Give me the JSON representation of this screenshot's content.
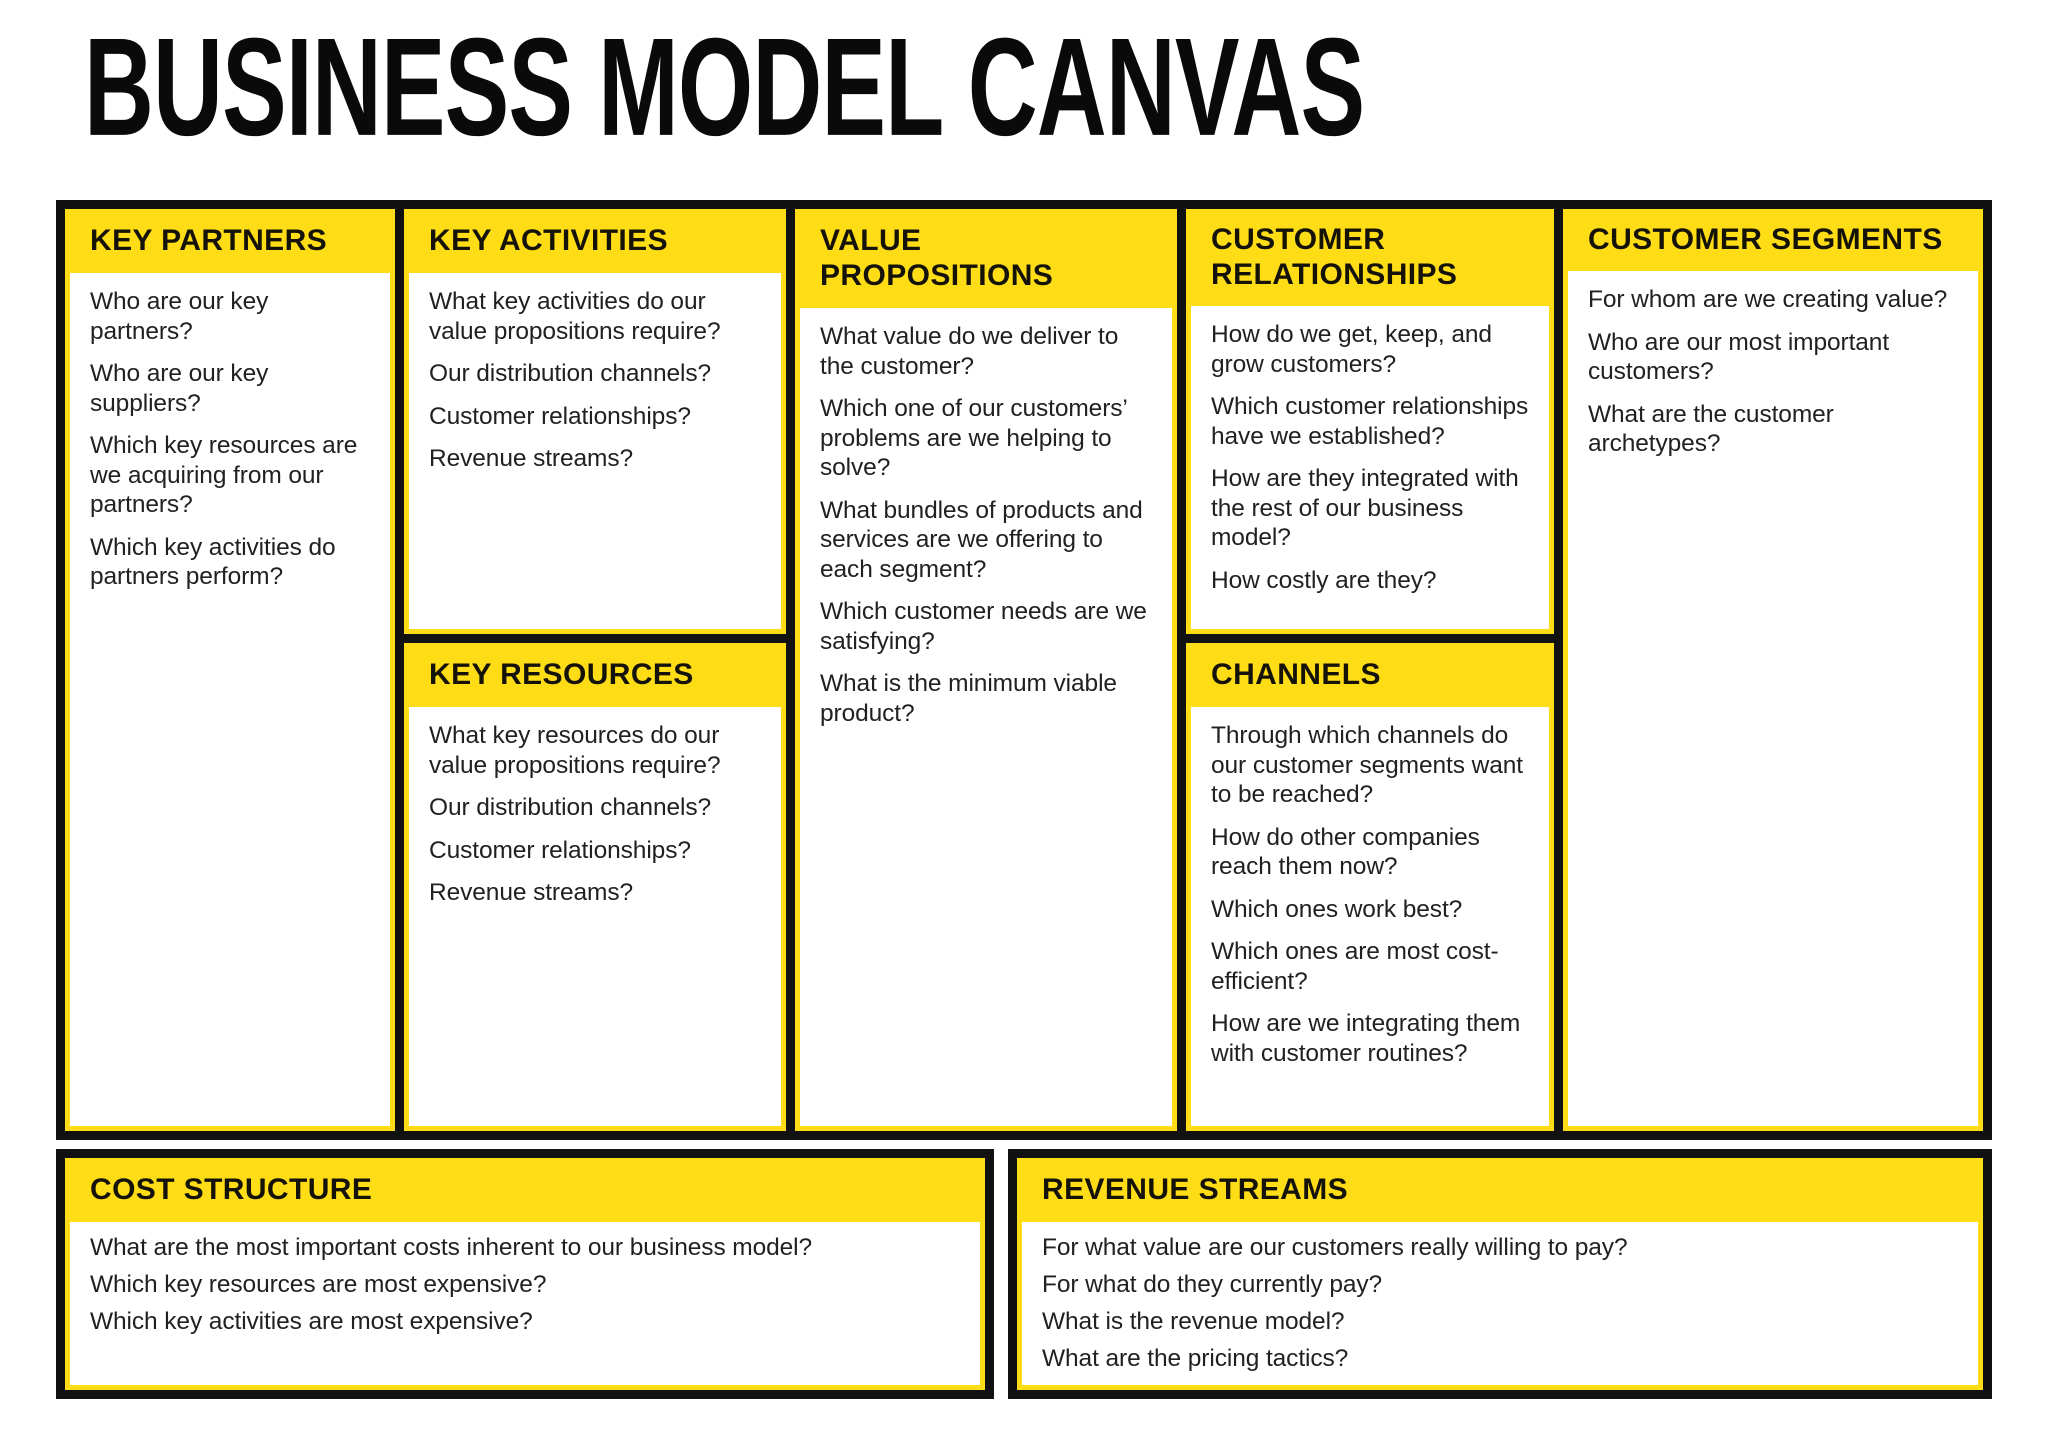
{
  "title": "BUSINESS MODEL CANVAS",
  "colors": {
    "accent_yellow": "#FFDD16",
    "frame_black": "#111111",
    "body_text": "#22211F",
    "cell_background": "#FFFFFF"
  },
  "blocks": {
    "key_partners": {
      "header": "KEY PARTNERS",
      "questions": [
        "Who are our key partners?",
        "Who are our key suppliers?",
        "Which key resources are we acquiring from our partners?",
        "Which key activities do partners perform?"
      ]
    },
    "key_activities": {
      "header": "KEY ACTIVITIES",
      "questions": [
        "What key activities do our value propositions require?",
        "Our distribution channels?",
        "Customer relationships?",
        "Revenue streams?"
      ]
    },
    "key_resources": {
      "header": "KEY RESOURCES",
      "questions": [
        "What key resources do our value propositions require?",
        "Our distribution channels?",
        "Customer relationships?",
        "Revenue streams?"
      ]
    },
    "value_propositions": {
      "header": "VALUE PROPOSITIONS",
      "questions": [
        "What value do we deliver to the customer?",
        "Which one of our customers’ problems are we helping to solve?",
        "What bundles of products and services are we offering to each segment?",
        "Which customer needs are we satisfying?",
        "What is the minimum viable product?"
      ]
    },
    "customer_relationships": {
      "header": "CUSTOMER RELATIONSHIPS",
      "questions": [
        "How do we get, keep, and grow customers?",
        "Which customer relationships have we established?",
        "How are they integrated with the rest of our business model?",
        "How costly are they?"
      ]
    },
    "channels": {
      "header": "CHANNELS",
      "questions": [
        "Through which channels do our customer segments want to be reached?",
        "How do other companies reach them now?",
        "Which ones work best?",
        "Which ones are most cost-efficient?",
        "How are we integrating them with customer routines?"
      ]
    },
    "customer_segments": {
      "header": "CUSTOMER SEGMENTS",
      "questions": [
        "For whom are we creating value?",
        "Who are our most important customers?",
        "What are the customer archetypes?"
      ]
    },
    "cost_structure": {
      "header": "COST STRUCTURE",
      "questions": [
        "What are the most important costs inherent to our business model?",
        "Which key resources are most expensive?",
        "Which key activities are most expensive?"
      ]
    },
    "revenue_streams": {
      "header": "REVENUE STREAMS",
      "questions": [
        "For what value are our customers really willing to pay?",
        "For what do they currently pay?",
        "What is the revenue model?",
        "What are the pricing tactics?"
      ]
    }
  }
}
